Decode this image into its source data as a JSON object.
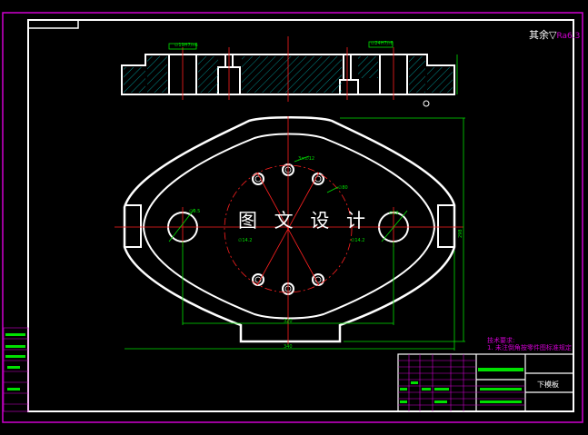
{
  "watermark": "图 文 设 计",
  "roughness": {
    "prefix": "其余",
    "symbol": "▽",
    "value": "Ra6.3"
  },
  "tech_notes": {
    "title": "技术要求:",
    "line1": "1. 未注倒角按零件图标准规定"
  },
  "title_block": {
    "part_name": "下模板"
  },
  "dimensions": {
    "top_left_tol": "∅19H7/n6",
    "top_right_tol": "∅24H7/r6",
    "width_inner": "320",
    "width_outer": "340",
    "height_side": "298",
    "hole_top": "3×∅12",
    "hole_left": "∅9.5",
    "pitch_left": "∅14.2",
    "pitch_right": "∅14.2",
    "pcd": "∅80",
    "small_right": "∅19"
  },
  "colors": {
    "outline": "#ffffff",
    "dimension": "#00e000",
    "centerline": "#ff2020",
    "frame": "#d000d0",
    "note": "#d000d0"
  }
}
